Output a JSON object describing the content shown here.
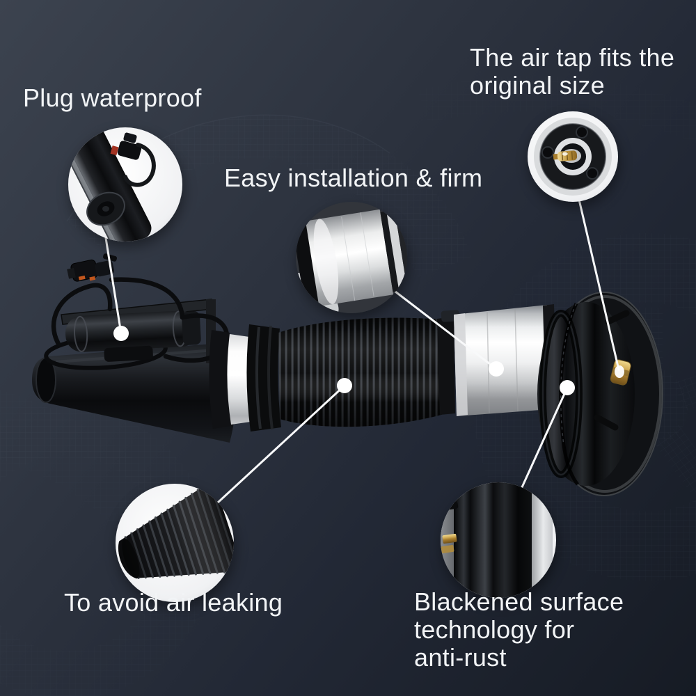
{
  "callouts": {
    "plug_waterproof": {
      "label": "Plug waterproof"
    },
    "air_tap": {
      "lines": [
        "The air tap fits the",
        "original size"
      ]
    },
    "easy_installation": {
      "label": "Easy installation & firm"
    },
    "avoid_air_leaking": {
      "label": "To avoid air leaking"
    },
    "blackened_surface": {
      "lines": [
        "Blackened surface",
        "technology for",
        "anti-rust"
      ]
    }
  },
  "insets": {
    "plug": {
      "icon": "plug-connector-closeup-icon"
    },
    "air_tap": {
      "icon": "top-mount-air-valve-closeup-icon"
    },
    "piston": {
      "icon": "silver-cylinder-closeup-icon"
    },
    "bellows": {
      "icon": "rubber-bellows-closeup-icon"
    },
    "dome": {
      "icon": "blackened-dome-closeup-icon"
    }
  },
  "colors": {
    "background_top": "#3c434f",
    "background_mid": "#2c323e",
    "background_bottom": "#161b24",
    "text": "#f2f4f6",
    "callout_line": "#f8f9fa",
    "brass_fitting": "#c9a14e"
  }
}
